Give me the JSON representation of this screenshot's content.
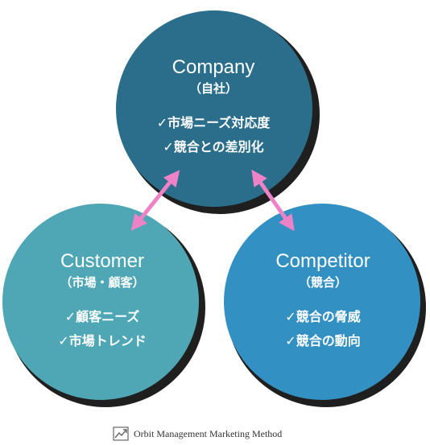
{
  "colors": {
    "company": "#2a6e8c",
    "customer": "#4fa7b5",
    "competitor": "#3390c2",
    "arrow": "#ee82c6",
    "shadow": "#222222"
  },
  "company": {
    "title": "Company",
    "subtitle": "（自社）",
    "points": [
      "✓市場ニーズ対応度",
      "✓競合との差別化"
    ]
  },
  "customer": {
    "title": "Customer",
    "subtitle": "（市場・顧客）",
    "points": [
      "✓顧客ニーズ",
      "✓市場トレンド"
    ]
  },
  "competitor": {
    "title": "Competitor",
    "subtitle": "（競合）",
    "points": [
      "✓競合の脅威",
      "✓競合の動向"
    ]
  },
  "footer": {
    "icon": "chart-trend-icon",
    "text": "Orbit Management Marketing Method"
  }
}
